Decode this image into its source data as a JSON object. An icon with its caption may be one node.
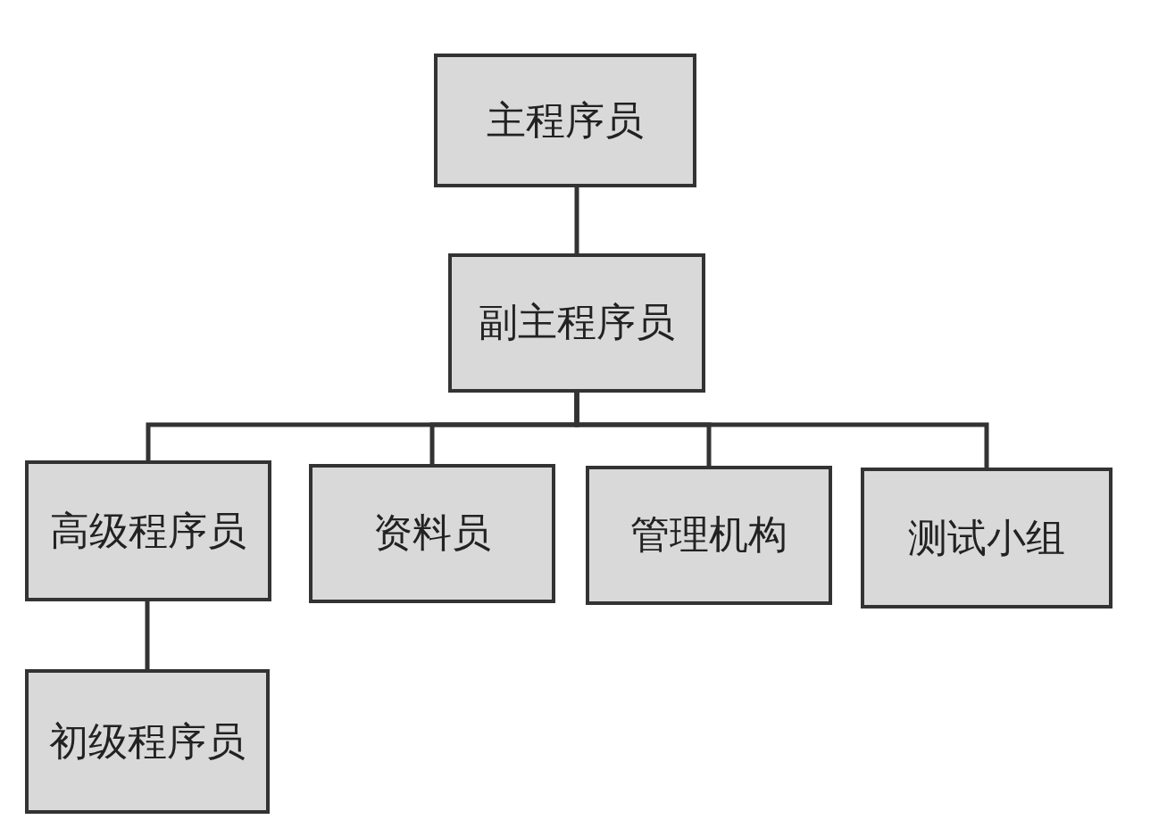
{
  "diagram": {
    "nodes": [
      {
        "text": [
          "主程序员"
        ]
      },
      {
        "text": [
          "副主程序员"
        ]
      },
      {
        "text": [
          "高级程序员"
        ]
      },
      {
        "text": [
          "资料员"
        ]
      },
      {
        "text": [
          "管理机构"
        ]
      },
      {
        "text": [
          "测试小组"
        ]
      },
      {
        "text": [
          "初级程序员"
        ]
      }
    ],
    "edges": [
      {
        "from": 0,
        "to": 1,
        "arrow": "none"
      },
      {
        "from": 1,
        "to": 2,
        "arrow": "none"
      },
      {
        "from": 1,
        "to": 3,
        "arrow": "none"
      },
      {
        "from": 1,
        "to": 4,
        "arrow": "none"
      },
      {
        "from": 1,
        "to": 5,
        "arrow": "none"
      },
      {
        "from": 2,
        "to": 6,
        "arrow": "none"
      }
    ]
  }
}
